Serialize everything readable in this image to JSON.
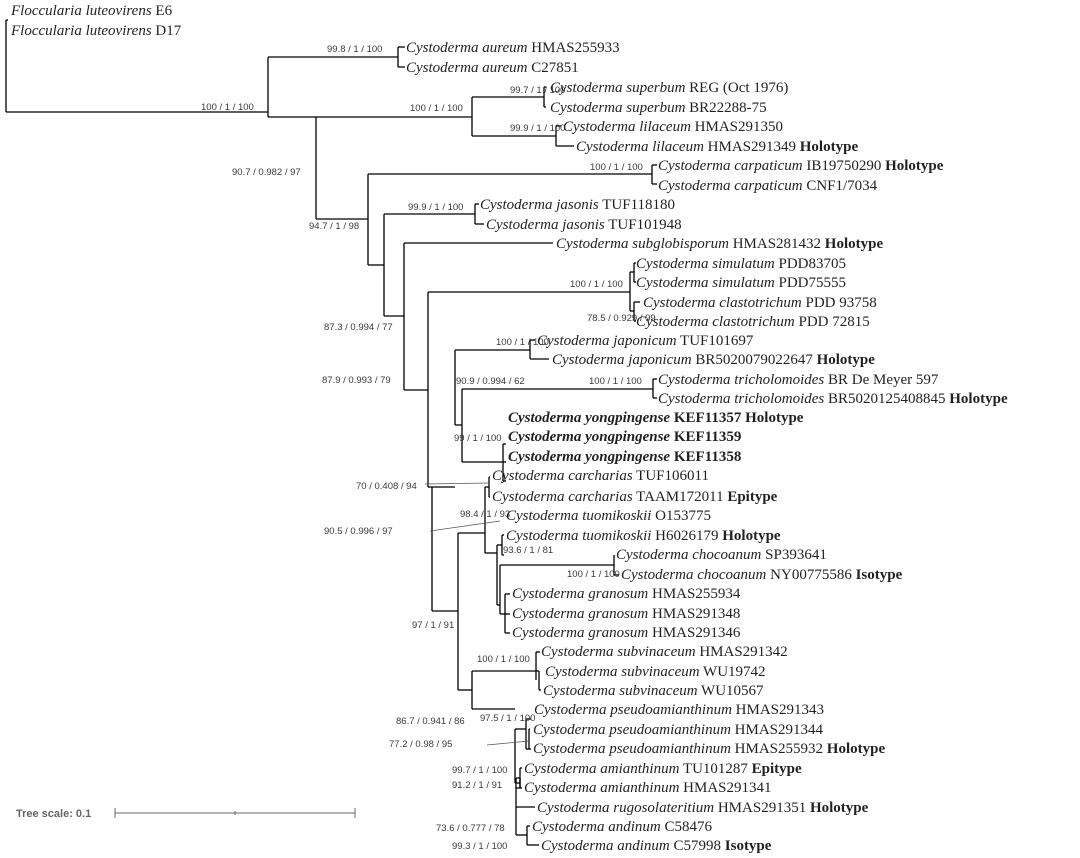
{
  "scale": {
    "label": "Tree scale: 0.1"
  },
  "tips": [
    {
      "species": "Floccularia luteovirens",
      "strain": "E6",
      "tag": ""
    },
    {
      "species": "Floccularia luteovirens",
      "strain": "D17",
      "tag": ""
    },
    {
      "species": "Cystoderma aureum",
      "strain": "HMAS255933",
      "tag": ""
    },
    {
      "species": "Cystoderma aureum",
      "strain": "C27851",
      "tag": ""
    },
    {
      "species": "Cystoderma superbum",
      "strain": "REG (Oct 1976)",
      "tag": ""
    },
    {
      "species": "Cystoderma superbum",
      "strain": "BR22288-75",
      "tag": ""
    },
    {
      "species": "Cystoderma lilaceum",
      "strain": "HMAS291350",
      "tag": ""
    },
    {
      "species": "Cystoderma lilaceum",
      "strain": "HMAS291349",
      "tag": "Holotype"
    },
    {
      "species": "Cystoderma carpaticum",
      "strain": "IB19750290",
      "tag": "Holotype"
    },
    {
      "species": "Cystoderma carpaticum",
      "strain": "CNF1/7034",
      "tag": ""
    },
    {
      "species": "Cystoderma jasonis",
      "strain": "TUF118180",
      "tag": ""
    },
    {
      "species": "Cystoderma jasonis",
      "strain": "TUF101948",
      "tag": ""
    },
    {
      "species": "Cystoderma subglobisporum",
      "strain": "HMAS281432",
      "tag": "Holotype"
    },
    {
      "species": "Cystoderma simulatum",
      "strain": "PDD83705",
      "tag": ""
    },
    {
      "species": "Cystoderma simulatum",
      "strain": "PDD75555",
      "tag": ""
    },
    {
      "species": "Cystoderma clastotrichum",
      "strain": "PDD 93758",
      "tag": ""
    },
    {
      "species": "Cystoderma clastotrichum",
      "strain": "PDD 72815",
      "tag": ""
    },
    {
      "species": "Cystoderma japonicum",
      "strain": "TUF101697",
      "tag": ""
    },
    {
      "species": "Cystoderma japonicum",
      "strain": "BR5020079022647",
      "tag": "Holotype"
    },
    {
      "species": "Cystoderma tricholomoides",
      "strain": "BR De Meyer 597",
      "tag": ""
    },
    {
      "species": "Cystoderma tricholomoides",
      "strain": "BR5020125408845",
      "tag": "Holotype"
    },
    {
      "species": "Cystoderma yongpingense",
      "strain": "KEF11357",
      "tag": "Holotype",
      "strong": true
    },
    {
      "species": "Cystoderma yongpingense",
      "strain": "KEF11359",
      "tag": "",
      "strong": true
    },
    {
      "species": "Cystoderma yongpingense",
      "strain": "KEF11358",
      "tag": "",
      "strong": true
    },
    {
      "species": "Cystoderma carcharias",
      "strain": "TUF106011",
      "tag": ""
    },
    {
      "species": "Cystoderma carcharias",
      "strain": "TAAM172011",
      "tag": "Epitype"
    },
    {
      "species": "Cystoderma tuomikoskii",
      "strain": "O153775",
      "tag": ""
    },
    {
      "species": "Cystoderma tuomikoskii",
      "strain": "H6026179",
      "tag": "Holotype"
    },
    {
      "species": "Cystoderma chocoanum",
      "strain": "SP393641",
      "tag": ""
    },
    {
      "species": "Cystoderma chocoanum",
      "strain": "NY00775586",
      "tag": "Isotype"
    },
    {
      "species": "Cystoderma granosum",
      "strain": "HMAS255934",
      "tag": ""
    },
    {
      "species": "Cystoderma granosum",
      "strain": "HMAS291348",
      "tag": ""
    },
    {
      "species": "Cystoderma granosum",
      "strain": "HMAS291346",
      "tag": ""
    },
    {
      "species": "Cystoderma subvinaceum",
      "strain": "HMAS291342",
      "tag": ""
    },
    {
      "species": "Cystoderma subvinaceum",
      "strain": "WU19742",
      "tag": ""
    },
    {
      "species": "Cystoderma subvinaceum",
      "strain": "WU10567",
      "tag": ""
    },
    {
      "species": "Cystoderma pseudoamianthinum",
      "strain": "HMAS291343",
      "tag": ""
    },
    {
      "species": "Cystoderma pseudoamianthinum",
      "strain": "HMAS291344",
      "tag": ""
    },
    {
      "species": "Cystoderma pseudoamianthinum",
      "strain": "HMAS255932",
      "tag": "Holotype"
    },
    {
      "species": "Cystoderma amianthinum",
      "strain": "TU101287",
      "tag": "Epitype"
    },
    {
      "species": "Cystoderma amianthinum",
      "strain": "HMAS291341",
      "tag": ""
    },
    {
      "species": "Cystoderma rugosolateritium",
      "strain": "HMAS291351",
      "tag": "Holotype"
    },
    {
      "species": "Cystoderma andinum",
      "strain": "C58476",
      "tag": ""
    },
    {
      "species": "Cystoderma andinum",
      "strain": "C57998",
      "tag": "Isotype"
    }
  ],
  "supports": [
    "99.8 / 1 / 100",
    "100 / 1 / 100",
    "100 / 1 / 100",
    "99.7 / 1 / 100",
    "99.9 / 1 / 100",
    "100 / 1 / 100",
    "90.7 / 0.982 / 97",
    "99.9 / 1 / 100",
    "94.7 / 1 / 98",
    "100 / 1 / 100",
    "78.5 / 0.929 / 99",
    "87.3 / 0.994 / 77",
    "100 / 1 / 100",
    "100 / 1 / 100",
    "90.9 / 0.994 / 62",
    "99 / 1 / 100",
    "87.9 / 0.993 / 79",
    "70 / 0.408 / 94",
    "98.4 / 1 / 93",
    "90.5 / 0.996 / 97",
    "93.6 / 1 / 81",
    "100 / 1 / 100",
    "97 / 1 / 91",
    "100 / 1 / 100",
    "97.5 / 1 / 100",
    "86.7 / 0.941 / 86",
    "77.2 / 0.98 / 95",
    "99.7 / 1 / 100",
    "91.2 / 1 / 91",
    "73.6 / 0.777 / 78",
    "99.3 / 1 / 100"
  ]
}
